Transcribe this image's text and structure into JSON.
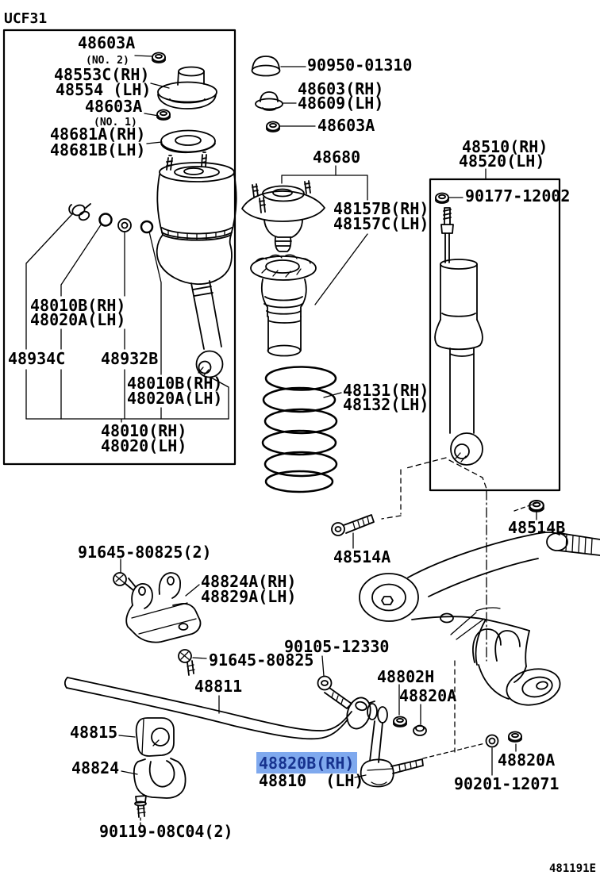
{
  "header": {
    "model_code": "UCF31"
  },
  "footer": {
    "figure_code": "481191E"
  },
  "selection": {
    "selected_part_number": "48820B(RH)",
    "highlight_bg": "#7fa9ee",
    "highlight_text_color": "#17338f"
  },
  "colors": {
    "line": "#000000",
    "background": "#ffffff"
  },
  "labels": {
    "p48603a_no2": "48603A",
    "note_no2": "(NO. 2)",
    "p48553c": "48553C(RH)",
    "p48554": "48554 (LH)",
    "p48603a_no1": "48603A",
    "note_no1": "(NO. 1)",
    "p48681a": "48681A(RH)",
    "p48681b": "48681B(LH)",
    "p90950": "90950-01310",
    "p48603": "48603(RH)",
    "p48609": "48609(LH)",
    "p48603a_mid": "48603A",
    "p48680": "48680",
    "p48510": "48510(RH)",
    "p48520": "48520(LH)",
    "p90177": "90177-12002",
    "p48157b": "48157B(RH)",
    "p48157c": "48157C(LH)",
    "p48010b_1": "48010B(RH)",
    "p48020a_1": "48020A(LH)",
    "p48934c": "48934C",
    "p48932b": "48932B",
    "p48010b_2": "48010B(RH)",
    "p48020a_2": "48020A(LH)",
    "p48010": "48010(RH)",
    "p48020": "48020(LH)",
    "p48131": "48131(RH)",
    "p48132": "48132(LH)",
    "p48514a": "48514A",
    "p48514b": "48514B",
    "p91645_2": "91645-80825(2)",
    "p48824a": "48824A(RH)",
    "p48829a": "48829A(LH)",
    "p91645": "91645-80825",
    "p90105": "90105-12330",
    "p48811": "48811",
    "p48802h": "48802H",
    "p48820a_up": "48820A",
    "p48815": "48815",
    "p48824": "48824",
    "p48820b": "48820B(RH)",
    "p48810": "48810  (LH)",
    "p48820a_low": "48820A",
    "p90201": "90201-12071",
    "p90119": "90119-08C04(2)"
  }
}
